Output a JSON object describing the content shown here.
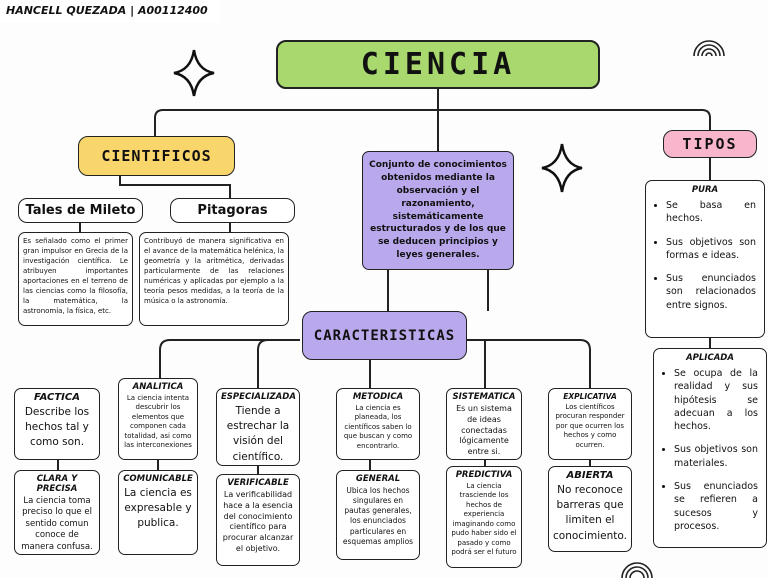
{
  "student": "HANCELL QUEZADA | A00112400",
  "title": "CIENCIA",
  "definition": "Conjunto de conocimientos obtenidos mediante la observación y el razonamiento, sistemáticamente estructurados y de los que se deducen principios y leyes generales.",
  "cientificos": {
    "header": "CIENTIFICOS",
    "people": [
      {
        "name": "Tales de Mileto",
        "text": "Es señalado como el primer gran impulsor en Grecia de la investigación científica. Le atribuyen importantes aportaciones en el terreno de las ciencias como la filosofía, la matemática, la astronomía, la física, etc."
      },
      {
        "name": "Pitagoras",
        "text": "Contribuyó de manera significativa en el avance de la matemática helénica, la geometría y la aritmética, derivadas particularmente de las relaciones numéricas y aplicadas por ejemplo a la teoría pesos medidas, a la teoría de la música o la astronomía."
      }
    ]
  },
  "tipos": {
    "header": "TIPOS",
    "pura": {
      "title": "PURA",
      "items": [
        "Se basa en hechos.",
        "Sus objetivos son formas e ideas.",
        "Sus enunciados son relacionados entre signos."
      ]
    },
    "aplicada": {
      "title": "APLICADA",
      "items": [
        "Se ocupa de la realidad y sus hipótesis se adecuan a los hechos.",
        "Sus objetivos son materiales.",
        "Sus enunciados se refieren a sucesos y procesos."
      ]
    }
  },
  "caracteristicas": {
    "header": "CARACTERISTICAS",
    "items": [
      {
        "title": "FACTICA",
        "text": "Describe los hechos tal y como son."
      },
      {
        "title": "CLARA Y PRECISA",
        "text": "La ciencia toma preciso lo que el sentido comun conoce de manera confusa."
      },
      {
        "title": "ANALITICA",
        "text": "La ciencia intenta descubrir los elementos que componen cada totalidad, asi como las interconexiones"
      },
      {
        "title": "COMUNICABLE",
        "text": "La ciencia es expresable y publica."
      },
      {
        "title": "ESPECIALIZADA",
        "text": "Tiende a estrechar la visión del científico."
      },
      {
        "title": "VERIFICABLE",
        "text": "La verificabilidad hace a la esencia del conocimiento científico para procurar alcanzar el objetivo."
      },
      {
        "title": "METODICA",
        "text": "La ciencia es planeada, los científicos saben lo que buscan y como encontrarlo."
      },
      {
        "title": "GENERAL",
        "text": "Ubica los hechos singulares en pautas generales, los enunciados particulares en esquemas amplios"
      },
      {
        "title": "SISTEMATICA",
        "text": "Es un sistema de ideas conectadas lógicamente entre si."
      },
      {
        "title": "PREDICTIVA",
        "text": "La ciencia trasciende los hechos de experiencia imaginando como pudo haber sido el pasado y como podrá ser el futuro"
      },
      {
        "title": "EXPLICATIVA",
        "text": "Los científicos procuran responder por que ocurren los hechos y como ocurren."
      },
      {
        "title": "ABIERTA",
        "text": "No reconoce barreras que limiten el conocimiento."
      }
    ]
  }
}
